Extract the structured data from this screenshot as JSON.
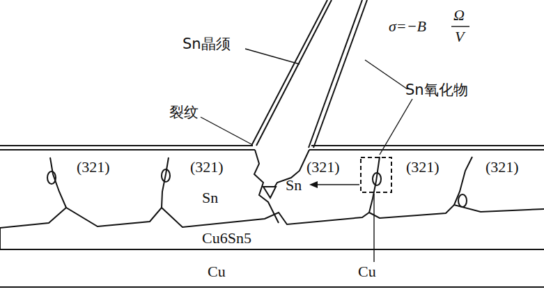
{
  "diagram": {
    "labels": [
      "Sn晶须",
      "σ=−B",
      "Ω",
      "V",
      "Sn氧化物",
      "裂纹",
      "(321)",
      "(321)",
      "(321)",
      "(321)",
      "(321)",
      "Sn",
      "Sn",
      "Cu6Sn5",
      "Cu",
      "Cu"
    ]
  }
}
